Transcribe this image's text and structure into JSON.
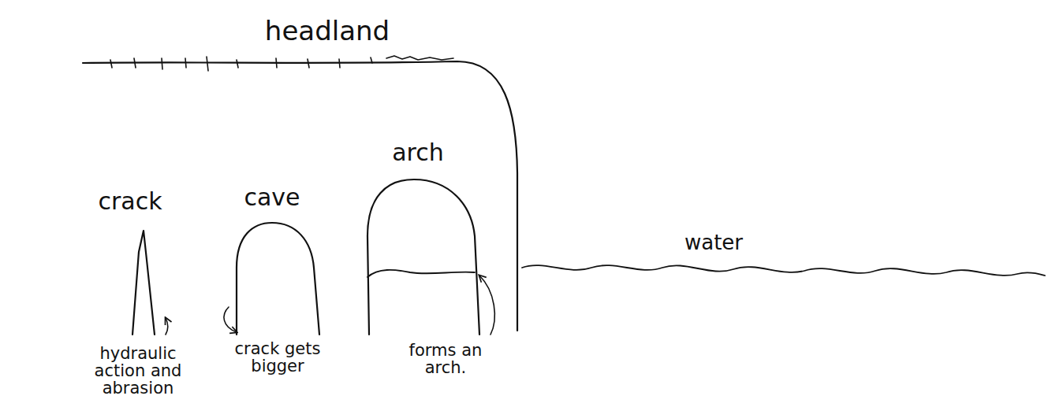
{
  "diagram": {
    "labels": [
      "headland",
      "crack",
      "cave",
      "arch",
      "water",
      "hydraulic action and abrasion",
      "crack gets bigger",
      "forms an arch."
    ]
  }
}
